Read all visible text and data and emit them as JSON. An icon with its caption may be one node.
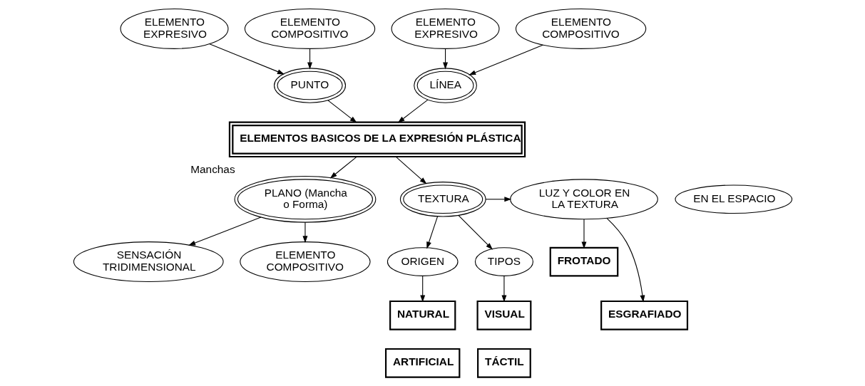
{
  "diagram": {
    "nodes": [
      {
        "text": [
          "ELEMENTO EXPRESIVO"
        ]
      },
      {
        "text": [
          "ELEMENTO COMPOSITIVO"
        ]
      },
      {
        "text": [
          "PUNTO"
        ]
      },
      {
        "text": [
          "ELEMENTO EXPRESIVO"
        ]
      },
      {
        "text": [
          "ELEMENTO COMPOSITIVO"
        ]
      },
      {
        "text": [
          "LÍNEA"
        ]
      },
      {
        "text": [
          "ELEMENTOS BASICOS DE LA EXPRESIÓN PLÁSTICA"
        ]
      },
      {
        "text": [
          "EN EL ESPACIO"
        ]
      },
      {
        "text": [
          "PLANO (Mancha o Forma)"
        ],
        "beside": [
          "Manchas"
        ]
      },
      {
        "text": [
          "TEXTURA"
        ]
      },
      {
        "text": [
          "LUZ Y COLOR EN LA TEXTURA"
        ]
      },
      {
        "text": [
          "FROTADO"
        ]
      },
      {
        "text": [
          "ESGRAFIADO"
        ]
      },
      {
        "text": [
          "SENSACIÓN TRIDIMENSIONAL"
        ]
      },
      {
        "text": [
          "ELEMENTO COMPOSITIVO"
        ]
      },
      {
        "text": [
          "ORIGEN"
        ]
      },
      {
        "text": [
          "TIPOS"
        ]
      },
      {
        "text": [
          "NATURAL"
        ]
      },
      {
        "text": [
          "ARTIFICIAL"
        ]
      },
      {
        "text": [
          "VISUAL"
        ]
      },
      {
        "text": [
          "TÁCTIL"
        ]
      }
    ],
    "edges": [
      {
        "from": 0,
        "to": 2,
        "arrow": "to"
      },
      {
        "from": 1,
        "to": 2,
        "arrow": "to"
      },
      {
        "from": 3,
        "to": 5,
        "arrow": "to"
      },
      {
        "from": 4,
        "to": 5,
        "arrow": "to"
      },
      {
        "from": 2,
        "to": 6,
        "arrow": "to"
      },
      {
        "from": 5,
        "to": 6,
        "arrow": "to"
      },
      {
        "from": 6,
        "to": 8,
        "arrow": "to"
      },
      {
        "from": 6,
        "to": 9,
        "arrow": "to"
      },
      {
        "from": 9,
        "to": 10,
        "arrow": "to"
      },
      {
        "from": 10,
        "to": 11,
        "arrow": "to"
      },
      {
        "from": 10,
        "to": 12,
        "arrow": "to"
      },
      {
        "from": 8,
        "to": 13,
        "arrow": "to"
      },
      {
        "from": 8,
        "to": 14,
        "arrow": "to"
      },
      {
        "from": 9,
        "to": 15,
        "arrow": "to"
      },
      {
        "from": 9,
        "to": 16,
        "arrow": "to"
      },
      {
        "from": 15,
        "to": 17,
        "arrow": "to"
      },
      {
        "from": 16,
        "to": 19,
        "arrow": "to"
      }
    ]
  }
}
